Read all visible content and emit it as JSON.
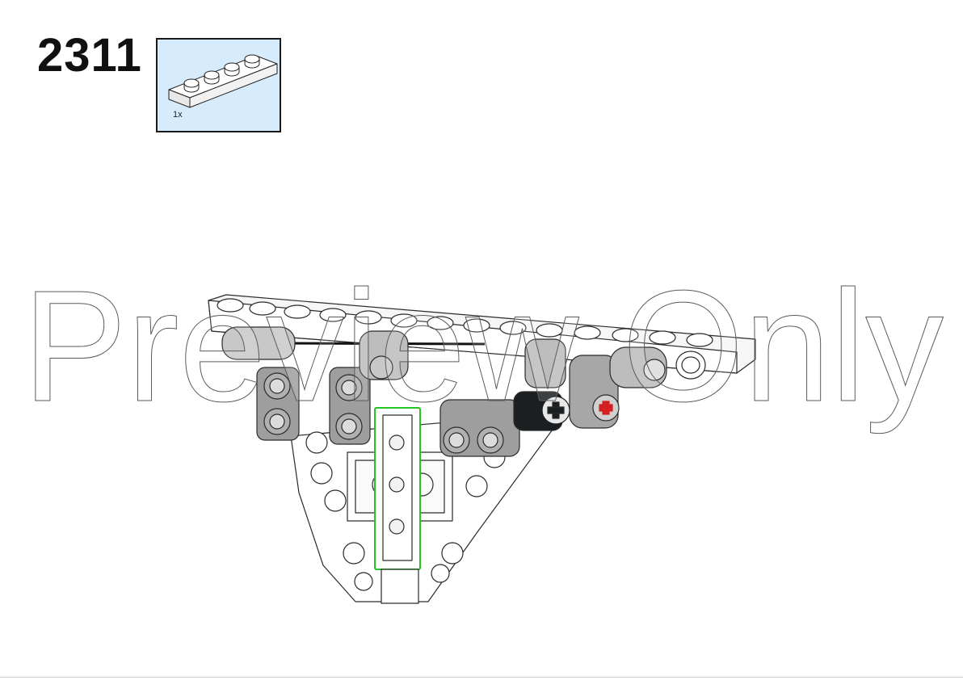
{
  "step": {
    "number": "2311"
  },
  "parts_list": {
    "items": [
      {
        "quantity": "1x",
        "part_icon": "plate-1x4-white-icon"
      }
    ]
  },
  "watermark": {
    "text": "Preview Only"
  },
  "colors": {
    "parts_box_bg": "#d6ecfd",
    "highlight_outline": "#22c422",
    "beam_white": "#f4f4f4",
    "connector_gray": "#9e9e9e",
    "connector_black": "#1b1f22",
    "axle_red": "#d42020"
  }
}
